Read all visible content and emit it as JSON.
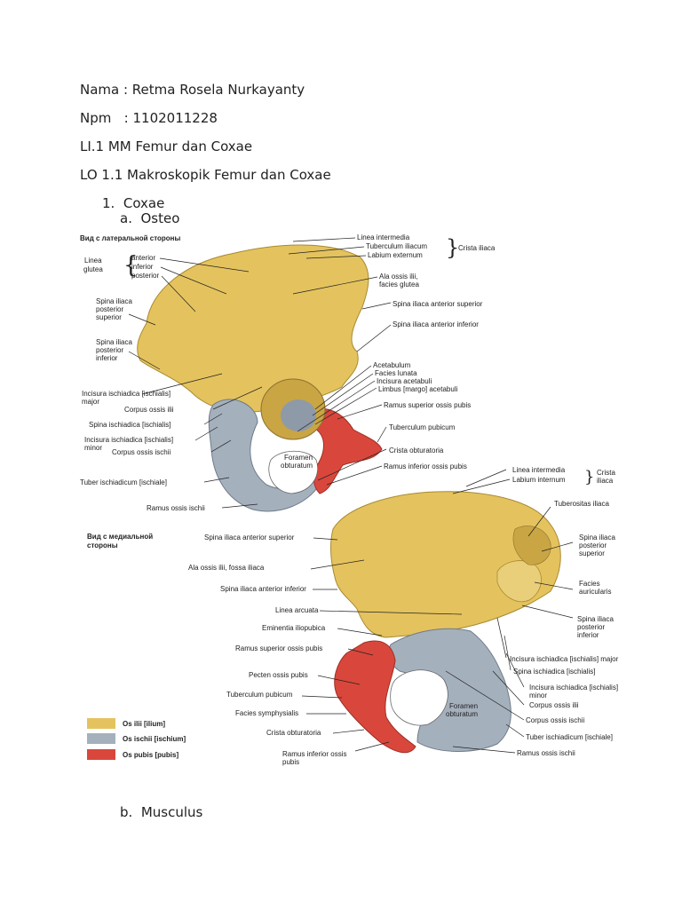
{
  "header": {
    "nama": "Nama : Retma Rosela Nurkayanty",
    "npm": "Npm   : 1102011228",
    "li": "LI.1 MM Femur dan Coxae",
    "lo": "LO 1.1 Makroskopik Femur dan Coxae"
  },
  "outline": {
    "item1": "1.  Coxae",
    "item1a": "a.  Osteo",
    "item1b": "b.  Musculus"
  },
  "figure": {
    "view_lateral": "Вид с латеральной стороны",
    "view_medial_1": "Вид с медиальной",
    "view_medial_2": "стороны",
    "colors": {
      "ilium": "#e4c35e",
      "ischium": "#a5b0bd",
      "pubis": "#d9473c"
    },
    "lateral_left": {
      "linea_1": "Linea",
      "linea_2": "glutea",
      "anterior": "anterior",
      "inferior": "inferior",
      "posterior": "posterior",
      "spina_post_sup_1": "Spina iliaca",
      "spina_post_sup_2": "posterior",
      "spina_post_sup_3": "superior",
      "spina_post_inf_1": "Spina iliaca",
      "spina_post_inf_2": "posterior",
      "spina_post_inf_3": "inferior",
      "incisura_major_1": "Incisura ischiadica [ischialis]",
      "incisura_major_2": "major",
      "corpus_ilii": "Corpus ossis ilii",
      "spina_ischiadica": "Spina ischiadica [ischialis]",
      "incisura_minor_1": "Incisura ischiadica [ischialis]",
      "incisura_minor_2": "minor",
      "corpus_ischii": "Corpus ossis ischii",
      "tuber": "Tuber ischiadicum [ischiale]",
      "ramus_ischii": "Ramus ossis ischii"
    },
    "lateral_right": {
      "linea_intermedia": "Linea intermedia",
      "tuberculum_iliacum": "Tuberculum iliacum",
      "labium_externum": "Labium externum",
      "crista_iliaca": "Crista iliaca",
      "ala_1": "Ala ossis ilii,",
      "ala_2": "facies glutea",
      "spina_ant_sup": "Spina iliaca anterior superior",
      "spina_ant_inf": "Spina iliaca anterior inferior",
      "acetabulum": "Acetabulum",
      "facies_lunata": "Facies lunata",
      "incisura_acetabuli": "Incisura acetabuli",
      "limbus": "Limbus [margo] acetabuli",
      "ramus_sup_pubis": "Ramus superior ossis pubis",
      "tuberculum_pubicum": "Tuberculum pubicum",
      "foramen_1": "Foramen",
      "foramen_2": "obturatum",
      "crista_obturatoria": "Crista obturatoria",
      "ramus_inf_pubis": "Ramus inferior ossis pubis"
    },
    "medial_left": {
      "spina_ant_sup": "Spina iliaca anterior superior",
      "ala_fossa": "Ala ossis ilii, fossa iliaca",
      "spina_ant_inf": "Spina iliaca anterior inferior",
      "linea_arcuata": "Linea arcuata",
      "eminentia": "Eminentia iliopubica",
      "ramus_sup_pubis": "Ramus superior ossis pubis",
      "pecten": "Pecten ossis pubis",
      "tuberculum_pubicum": "Tuberculum pubicum",
      "facies_symph": "Facies symphysialis",
      "crista_obturatoria": "Crista obturatoria",
      "ramus_inf_1": "Ramus inferior ossis",
      "ramus_inf_2": "pubis"
    },
    "medial_right": {
      "linea_intermedia": "Linea intermedia",
      "labium_internum": "Labium internum",
      "crista_1": "Crista",
      "crista_2": "iliaca",
      "tuberositas": "Tuberositas iliaca",
      "spina_post_sup_1": "Spina iliaca",
      "spina_post_sup_2": "posterior",
      "spina_post_sup_3": "superior",
      "facies_auric_1": "Facies",
      "facies_auric_2": "auricularis",
      "spina_post_inf_1": "Spina iliaca",
      "spina_post_inf_2": "posterior",
      "spina_post_inf_3": "inferior",
      "incisura_major": "Incisura ischiadica [ischialis] major",
      "spina_ischiadica": "Spina ischiadica [ischialis]",
      "incisura_minor_1": "Incisura ischiadica [ischialis]",
      "incisura_minor_2": "minor",
      "corpus_ilii": "Corpus ossis ilii",
      "foramen_1": "Foramen",
      "foramen_2": "obturatum",
      "corpus_ischii": "Corpus ossis ischii",
      "tuber": "Tuber ischiadicum [ischiale]",
      "ramus_ischii": "Ramus ossis ischii"
    },
    "legend": {
      "ilium": "Os ilii [ilium]",
      "ischium": "Os ischii [ischium]",
      "pubis": "Os pubis [pubis]"
    }
  }
}
